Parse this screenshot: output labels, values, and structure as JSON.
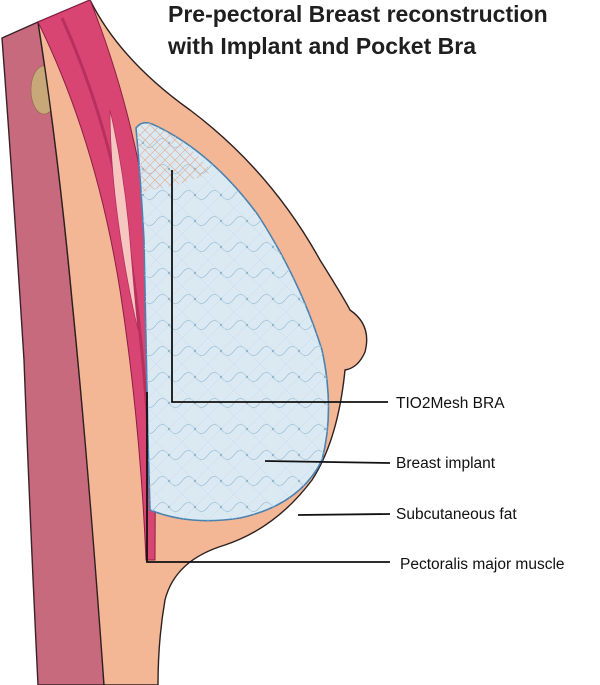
{
  "title": {
    "line1": "Pre-pectoral Breast reconstruction",
    "line2": "with Implant and Pocket Bra"
  },
  "labels": {
    "mesh": "TIO2Mesh BRA",
    "implant": "Breast implant",
    "fat": "Subcutaneous fat",
    "muscle": "Pectoralis major muscle"
  },
  "colors": {
    "chest_wall": "#c86a7e",
    "rib": "#c8a878",
    "muscle": "#d94573",
    "muscle_dark": "#b8305c",
    "fat": "#f4b796",
    "implant_fill": "#dbe9f2",
    "implant_stroke": "#4a82b0",
    "mesh_top": "#f2c9b2",
    "leader": "#111111"
  }
}
